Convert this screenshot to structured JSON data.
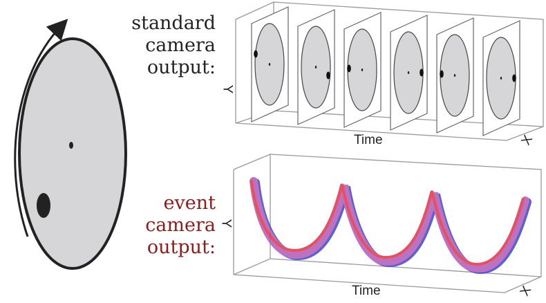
{
  "standard": {
    "line1": "standard",
    "line2": "camera",
    "line3": "output:"
  },
  "event": {
    "line1": "event",
    "line2": "camera",
    "line3": "output:"
  },
  "axes": {
    "time": "Time",
    "x": "X",
    "y": "Y"
  },
  "colors": {
    "event_text": "#8b1c1c",
    "disk": "#d6d6d8",
    "positive": "#e83040",
    "negative": "#3040c0"
  },
  "frames": [
    {
      "big_dot_side": "left-high"
    },
    {
      "big_dot_side": "right-low"
    },
    {
      "big_dot_side": "left"
    },
    {
      "big_dot_side": "right"
    },
    {
      "big_dot_side": "left"
    },
    {
      "big_dot_side": "right"
    }
  ]
}
